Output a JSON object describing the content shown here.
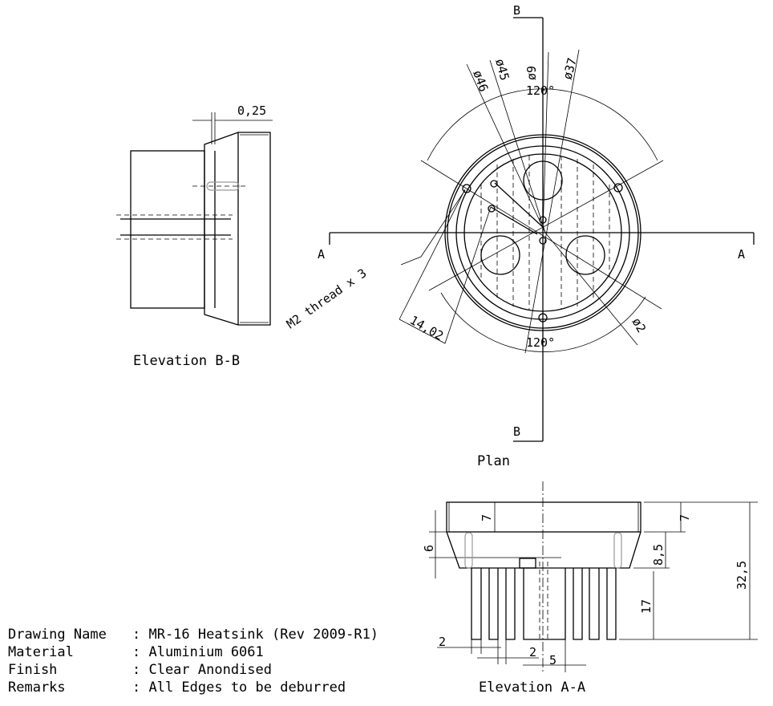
{
  "views": {
    "elevation_bb": {
      "title": "Elevation B-B",
      "dim_top": "0,25"
    },
    "plan": {
      "title": "Plan",
      "section_top": "B",
      "section_bottom": "B",
      "section_left": "A",
      "section_right": "A",
      "dims": {
        "d46": "ø46",
        "d45": "ø45",
        "d9": "ø9",
        "d37": "ø37",
        "d2": "ø2",
        "angle_top": "120°",
        "angle_bottom": "120°",
        "offset": "14,02",
        "thread_note": "M2 thread x 3"
      }
    },
    "elevation_aa": {
      "title": "Elevation A-A",
      "dims": {
        "top_left": "7",
        "taper_left": "6",
        "top_right": "7",
        "taper_right": "8,5",
        "fin_height": "17",
        "overall": "32,5",
        "fin_width": "2",
        "fin_gap": "2",
        "core_half": "5"
      }
    }
  },
  "title_block": [
    {
      "label": "Drawing Name",
      "value": ": MR-16 Heatsink (Rev 2009-R1)"
    },
    {
      "label": "Material",
      "value": ": Aluminium 6061"
    },
    {
      "label": "Finish",
      "value": ": Clear Anondised"
    },
    {
      "label": "Remarks",
      "value": ": All Edges to be deburred"
    }
  ]
}
